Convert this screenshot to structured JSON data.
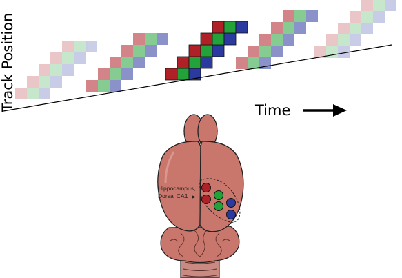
{
  "figure": {
    "y_axis_label": "Track Position",
    "x_axis_label": "Time",
    "time_arrow_icon": "right-arrow-icon"
  },
  "brain": {
    "label_line1": "Hippocampus,",
    "label_line2": "Dorsal CA1",
    "cell_colors": [
      "#b02127",
      "#23a23a",
      "#2b3a9e"
    ]
  },
  "sequences": [
    {
      "opacity": 0.25
    },
    {
      "opacity": 0.55
    },
    {
      "opacity": 1.0
    },
    {
      "opacity": 0.55
    },
    {
      "opacity": 0.25
    }
  ]
}
